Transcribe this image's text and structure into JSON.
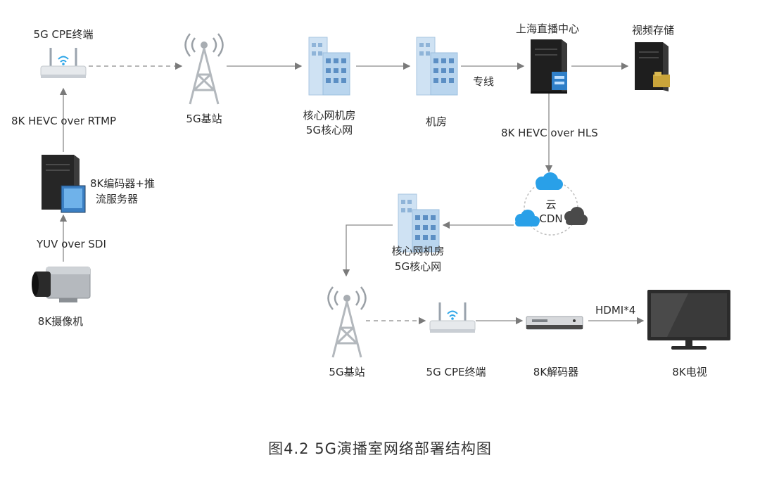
{
  "labels": {
    "cpe_top": "5G CPE终端",
    "rtmp": "8K HEVC over  RTMP",
    "encoder_line1": "8K编码器+推",
    "encoder_line2": "流服务器",
    "sdi": "YUV over SDI",
    "camera": "8K摄像机",
    "base_top": "5G基站",
    "core_top_line1": "核心网机房",
    "core_top_line2": "5G核心网",
    "room": "机房",
    "dedicated": "专线",
    "shanghai": "上海直播中心",
    "storage": "视频存储",
    "hls": "8K HEVC over HLS",
    "cloud_line1": "云",
    "cloud_line2": "CDN",
    "core_bottom_line1": "核心网机房",
    "core_bottom_line2": "5G核心网",
    "base_bottom": "5G基站",
    "cpe_bottom": "5G CPE终端",
    "decoder": "8K解码器",
    "hdmi": "HDMI*4",
    "tv": "8K电视"
  },
  "caption": "图4.2 5G演播室网络部署结构图",
  "colors": {
    "connector": "#7a7a7a",
    "building": "#b9d5ee",
    "cloud": "#29a0e8",
    "cloud_dark": "#4a4a4a",
    "server": "#1f1f1f"
  }
}
